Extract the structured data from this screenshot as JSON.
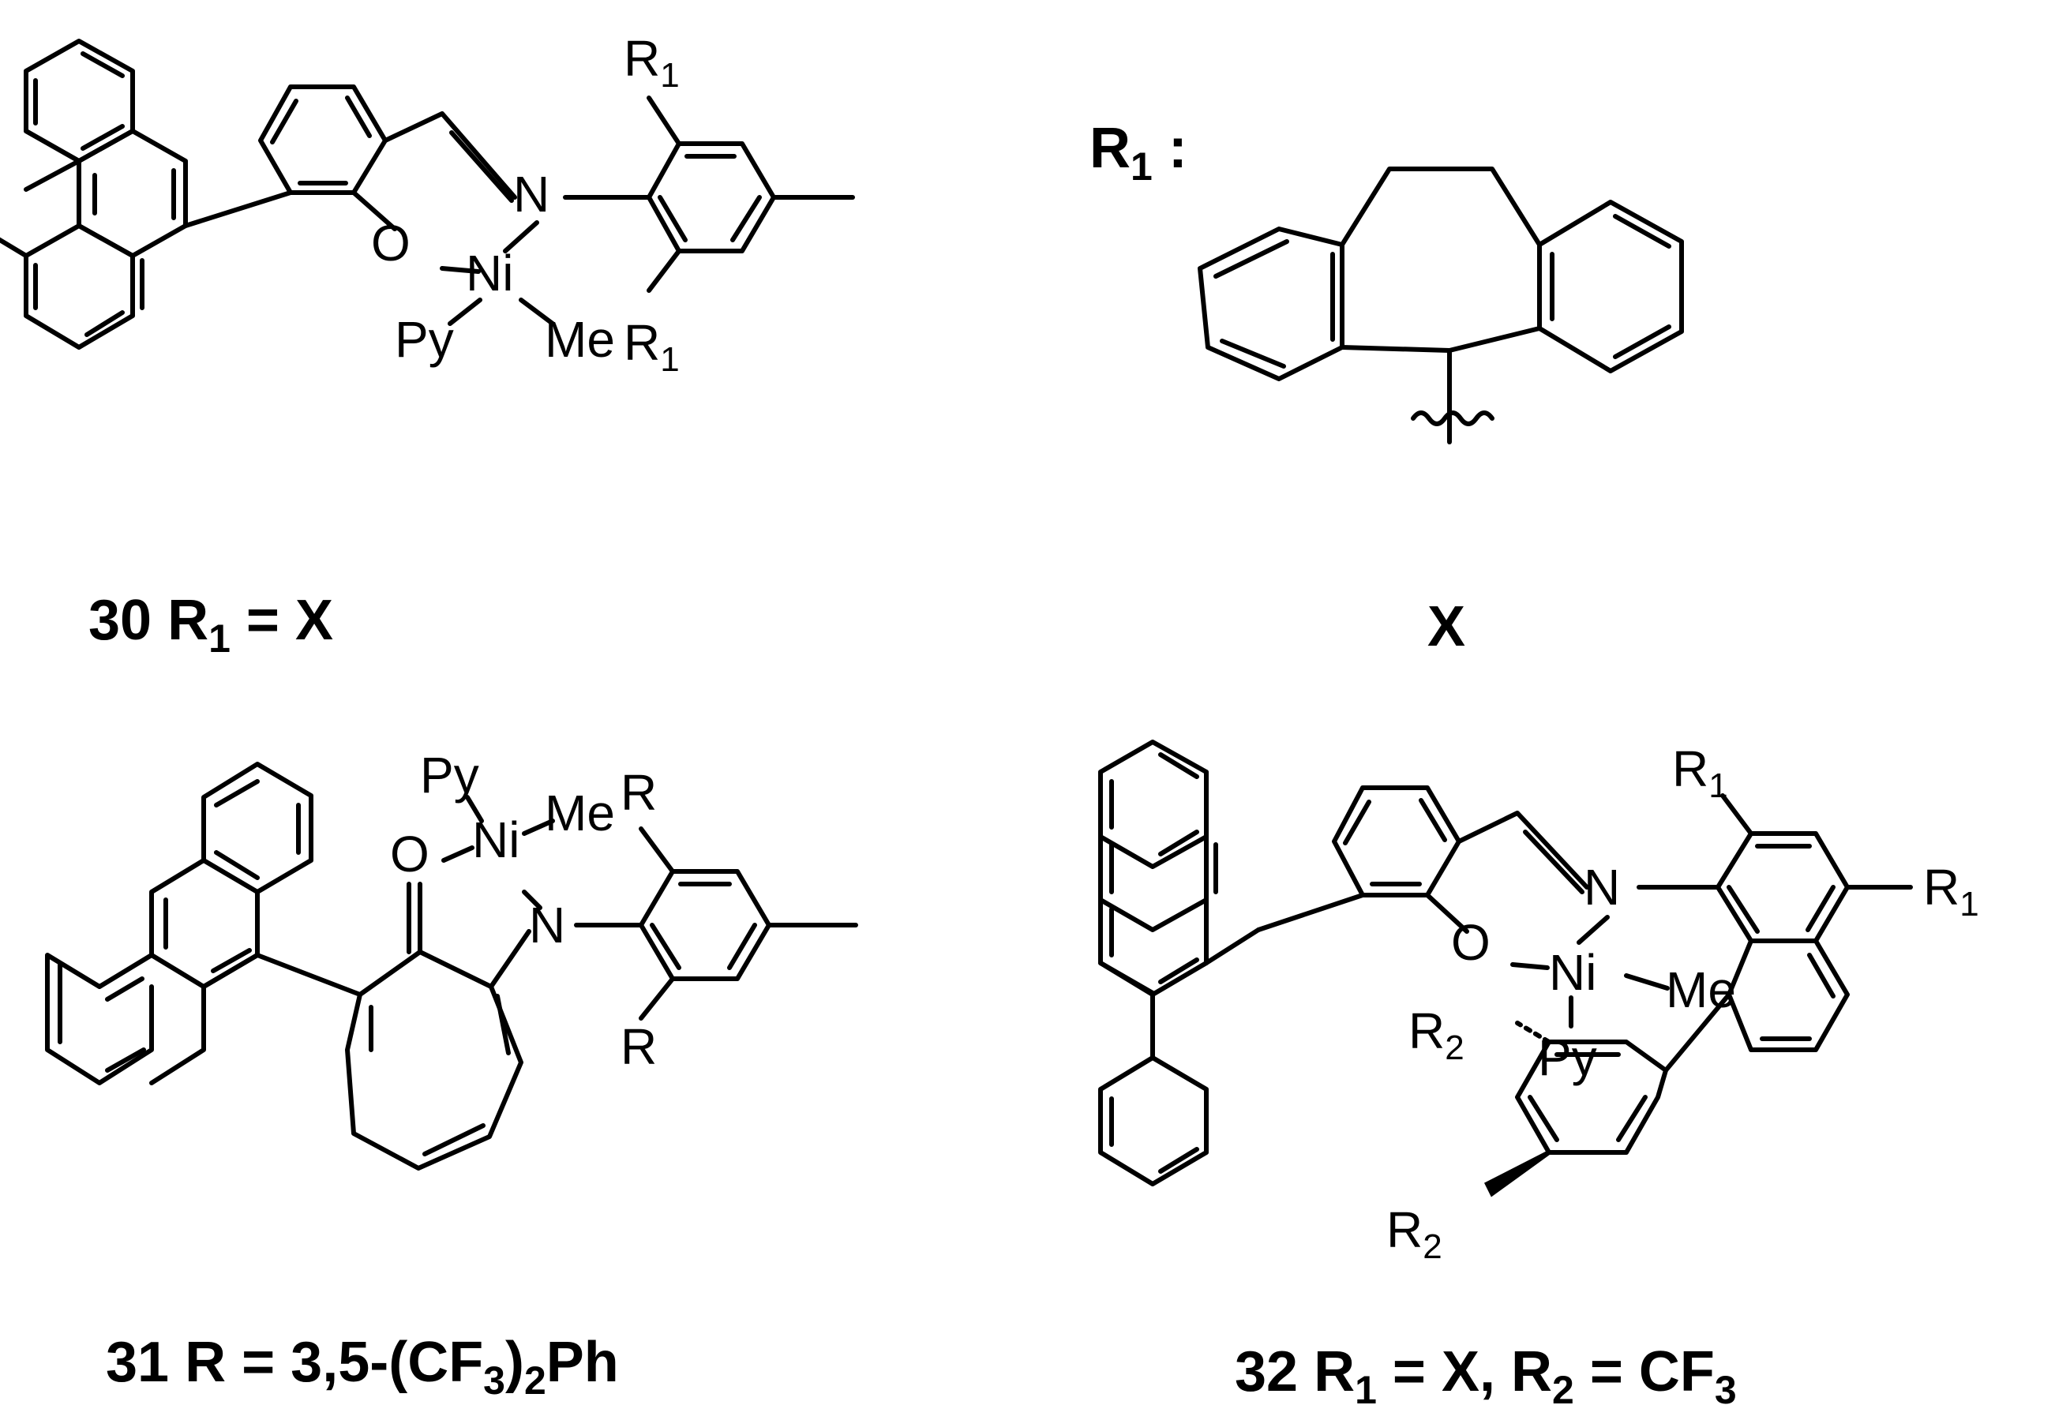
{
  "compounds": {
    "c30": {
      "number": "30",
      "def_prefix": " R",
      "def_sub": "1",
      "def_rest": " = X"
    },
    "cx": {
      "header_main": "R",
      "header_sub": "1",
      "header_tail": " :",
      "label": "X"
    },
    "c31": {
      "number": "31",
      "def_main": " R = 3,5-(CF",
      "def_sub1": "3",
      "def_mid": ")",
      "def_sub2": "2",
      "def_tail": "Ph"
    },
    "c32": {
      "number": "32",
      "def_r1": " R",
      "def_r1_sub": "1",
      "def_mid": " = X, R",
      "def_r2_sub": "2",
      "def_tail": " = CF",
      "def_cf3_sub": "3"
    }
  },
  "atoms": {
    "oxygen": "O",
    "nickel": "Ni",
    "nitrogen": "N",
    "pyridine": "Py",
    "methyl": "Me",
    "r_main": "R",
    "r1_sub": "1",
    "r2_sub": "2"
  }
}
